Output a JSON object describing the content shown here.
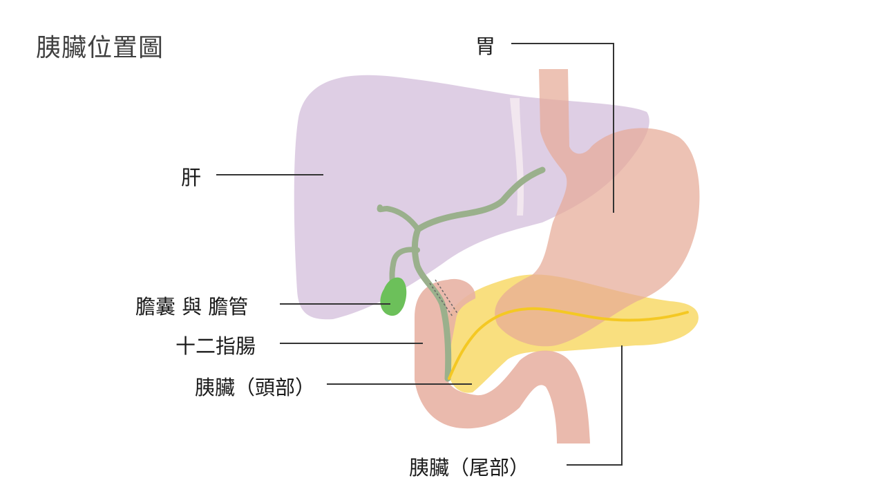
{
  "title": "胰臟位置圖",
  "labels": {
    "stomach": "胃",
    "liver": "肝",
    "gallbladder_bile_duct": "膽囊 與 膽管",
    "duodenum": "十二指腸",
    "pancreas_head": "胰臟（頭部）",
    "pancreas_tail": "胰臟（尾部）"
  },
  "colors": {
    "liver": "#d7bfdc",
    "stomach": "#e9b3a2",
    "pancreas": "#f8d65c",
    "bile_duct": "#98b08a",
    "gallbladder": "#6cc05a",
    "pancreatic_duct": "#f2c61f",
    "leader_line": "#333333"
  }
}
